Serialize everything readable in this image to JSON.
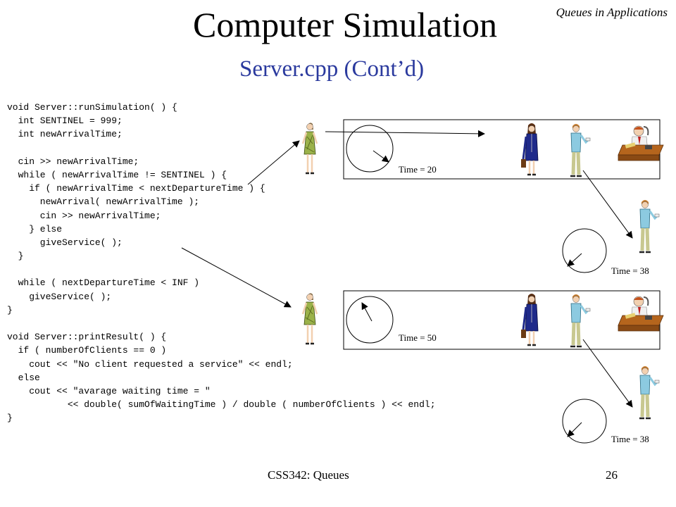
{
  "header": {
    "section_tag": "Queues in Applications"
  },
  "title": "Computer Simulation",
  "subtitle": "Server.cpp (Cont’d)",
  "code_lines": [
    "void Server::runSimulation( ) {",
    "  int SENTINEL = 999;",
    "  int newArrivalTime;",
    "",
    "  cin >> newArrivalTime;",
    "  while ( newArrivalTime != SENTINEL ) {",
    "    if ( newArrivalTime < nextDepartureTime ) {",
    "      newArrival( newArrivalTime );",
    "      cin >> newArrivalTime;",
    "    } else",
    "      giveService( );",
    "  }",
    "",
    "  while ( nextDepartureTime < INF )",
    "    giveService( );",
    "}",
    "",
    "void Server::printResult( ) {",
    "  if ( numberOfClients == 0 )",
    "    cout << \"No client requested a service\" << endl;",
    "  else",
    "    cout << \"avarage waiting time = \"",
    "           << double( sumOfWaitingTime ) / double ( numberOfClients ) << endl;",
    "}"
  ],
  "diagram": {
    "time_labels": {
      "top_box": "Time = 20",
      "top_departed": "Time = 38",
      "bottom_box": "Time = 50",
      "bottom_departed": "Time = 38"
    }
  },
  "footer": {
    "course": "CSS342: Queues",
    "page": "26"
  }
}
